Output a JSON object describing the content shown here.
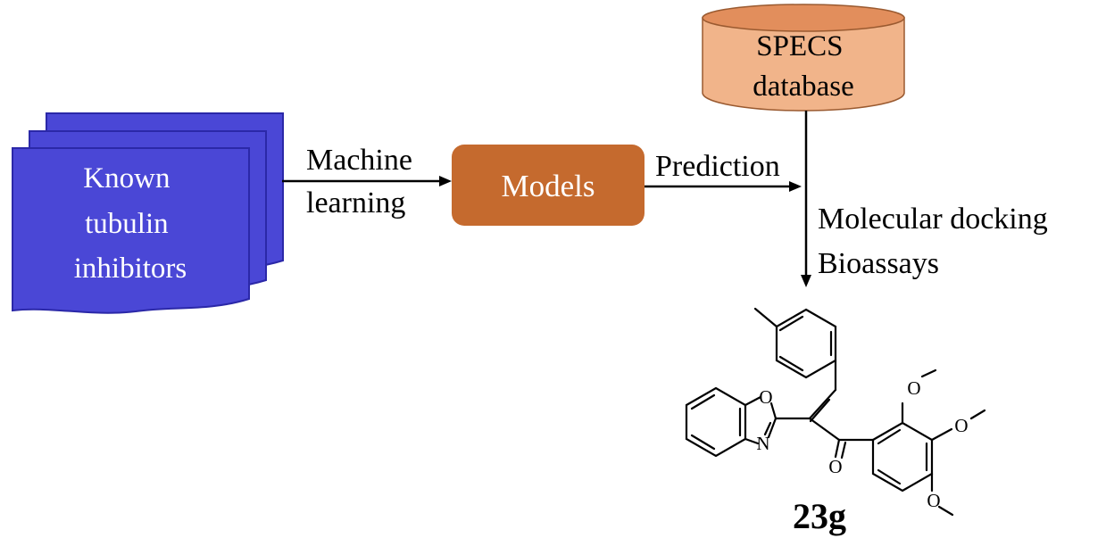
{
  "input_docs": {
    "lines": [
      "Known",
      "tubulin",
      "inhibitors"
    ],
    "fill": "#4a47d6",
    "edge": "#2b28a8",
    "text_color": "#ffffff"
  },
  "arrow1": {
    "lines": [
      "Machine",
      "learning"
    ]
  },
  "models_box": {
    "label": "Models",
    "fill": "#c56a2e",
    "text_color": "#ffffff"
  },
  "arrow2": {
    "label": "Prediction"
  },
  "database": {
    "lines": [
      "SPECS",
      "database"
    ],
    "fill": "#f1b48a",
    "top_fill": "#e28e5c",
    "edge": "#9a5a30"
  },
  "arrow3": {
    "lines": [
      "Molecular docking",
      "Bioassays"
    ]
  },
  "structure": {
    "atoms": {
      "oxazole_o": "O",
      "oxazole_n": "N",
      "ketone_o": "O",
      "methoxy_o1": "O",
      "methoxy_o2": "O",
      "methoxy_o3": "O"
    },
    "compound_label": "23g"
  },
  "colors": {
    "line": "#000000",
    "background": "#ffffff"
  }
}
